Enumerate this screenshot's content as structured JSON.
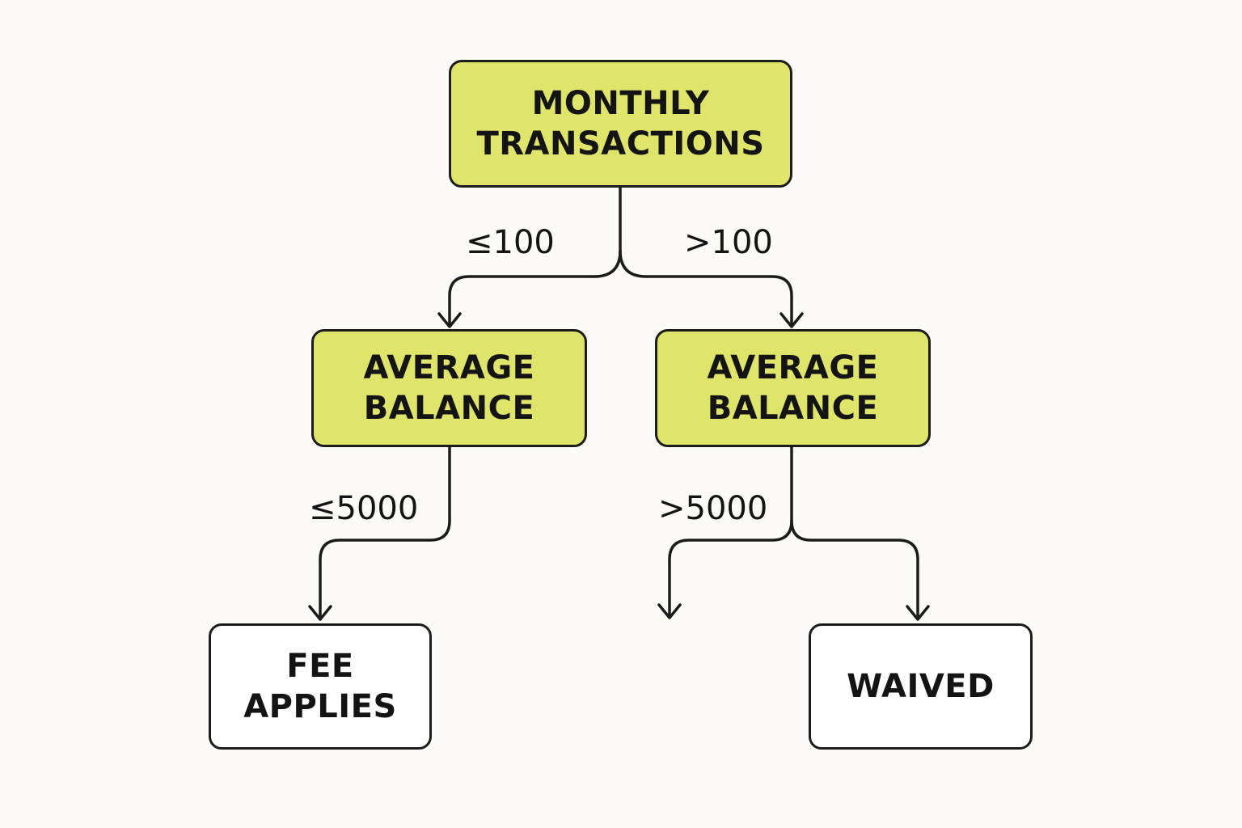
{
  "diagram": {
    "colors": {
      "background": "#fcfbf7",
      "decision_fill": "#dfe46a",
      "leaf_fill": "#ffffff",
      "stroke": "#1c1c1c"
    },
    "nodes": {
      "root": {
        "line1": "MONTHLY",
        "line2": "TRANSACTIONS"
      },
      "left_balance": {
        "line1": "AVERAGE",
        "line2": "BALANCE"
      },
      "right_balance": {
        "line1": "AVERAGE",
        "line2": "BALANCE"
      },
      "fee_applies": {
        "line1": "FEE",
        "line2": "APPLIES"
      },
      "waived": {
        "line1": "WAIVED"
      }
    },
    "edges": {
      "root_left": "≤100",
      "root_right": ">100",
      "left_down": "≤5000",
      "right_down": ">5000"
    }
  }
}
